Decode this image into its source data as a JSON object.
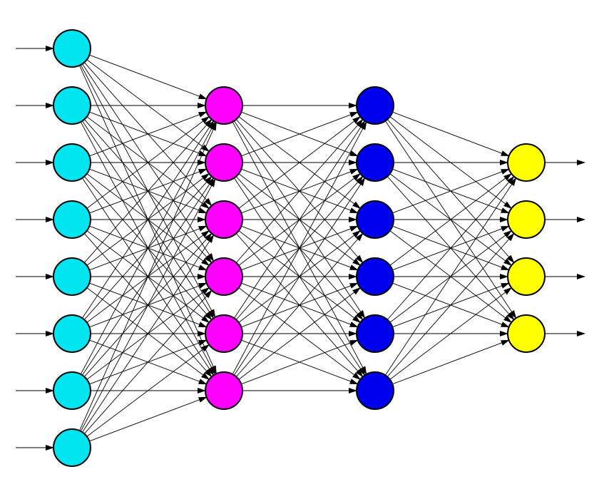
{
  "diagram": {
    "type": "feedforward-neural-network",
    "layers": [
      {
        "role": "input",
        "nodes": 8,
        "color": "#00e5f0"
      },
      {
        "role": "hidden-1",
        "nodes": 6,
        "color": "#ff00ff"
      },
      {
        "role": "hidden-2",
        "nodes": 6,
        "color": "#0000ee"
      },
      {
        "role": "output",
        "nodes": 4,
        "color": "#ffff00"
      }
    ],
    "connectivity": "fully-connected",
    "inputs_have_incoming_arrows": true,
    "outputs_have_outgoing_arrows": true,
    "edge_color": "#000000",
    "node_stroke_color": "#000000",
    "background_color": "#ffffff"
  }
}
